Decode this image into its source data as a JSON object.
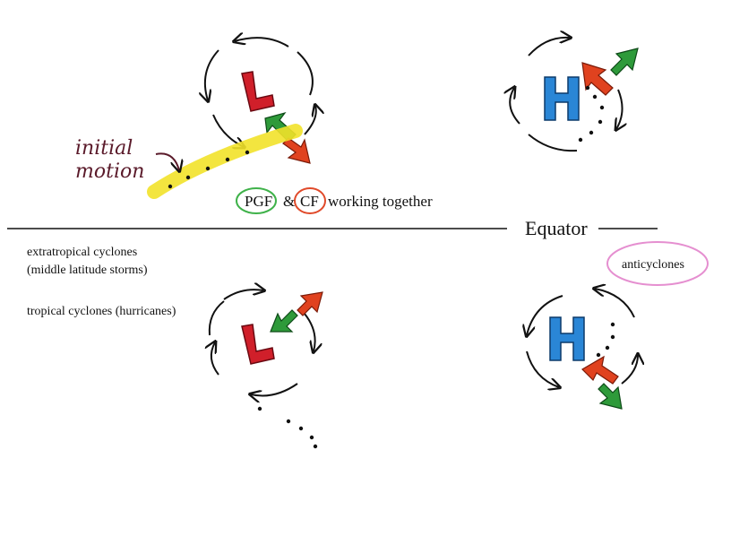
{
  "labels": {
    "initial_motion_line1": "initial",
    "initial_motion_line2": "motion",
    "pgf": "PGF",
    "ampersand": "&",
    "cf": "CF",
    "working_together": "working together",
    "equator": "Equator",
    "extratropical_line1": "extratropical cyclones",
    "extratropical_line2": "(middle latitude storms)",
    "tropical": "tropical cyclones (hurricanes)",
    "anticyclones": "anticyclones"
  },
  "symbols": {
    "low": "L",
    "high": "H"
  },
  "colors": {
    "low": "#d01f2a",
    "high": "#2a86d6",
    "pgf_arrow": "#2e9a3a",
    "cf_arrow": "#e0421f",
    "motion_highlight": "#f2e22a",
    "pgf_outline": "#3fb24a",
    "cf_outline": "#e04a2a",
    "anticyclones_outline": "#e58fd0",
    "ink": "#111111"
  }
}
